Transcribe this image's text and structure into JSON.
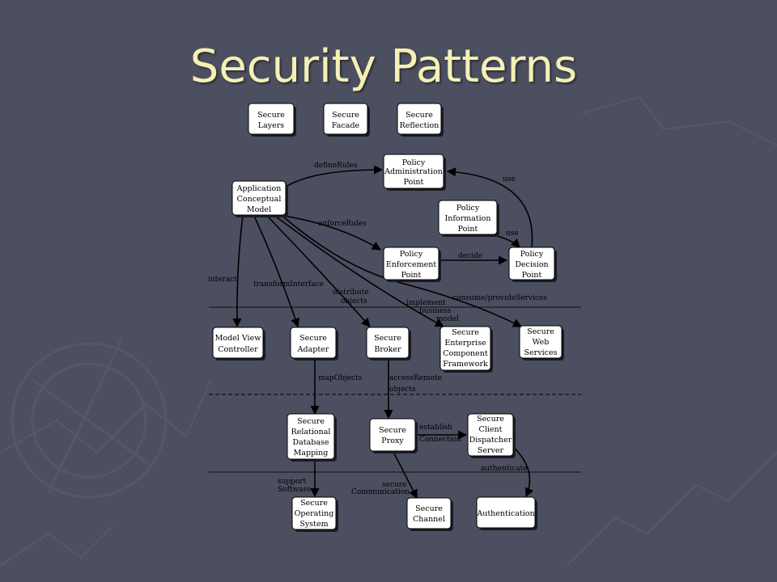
{
  "slide": {
    "title": "Security Patterns"
  },
  "nodes": {
    "secure_layers": [
      "Secure",
      "Layers"
    ],
    "secure_facade": [
      "Secure",
      "Facade"
    ],
    "secure_reflection": [
      "Secure",
      "Reflection"
    ],
    "policy_admin_point": [
      "Policy",
      "Administration",
      "Point"
    ],
    "application_conceptual_model": [
      "Application",
      "Conceptual",
      "Model"
    ],
    "policy_info_point": [
      "Policy",
      "Information",
      "Point"
    ],
    "policy_enforcement_point": [
      "Policy",
      "Enforcement",
      "Point"
    ],
    "policy_decision_point": [
      "Policy",
      "Decision",
      "Point"
    ],
    "model_view_controller": [
      "Model View",
      "Controller"
    ],
    "secure_adapter": [
      "Secure",
      "Adapter"
    ],
    "secure_broker": [
      "Secure",
      "Broker"
    ],
    "secure_enterprise_component_framework": [
      "Secure",
      "Enterprise",
      "Component",
      "Framework"
    ],
    "secure_web_services": [
      "Secure",
      "Web",
      "Services"
    ],
    "secure_relational_database_mapping": [
      "Secure",
      "Relational",
      "Database",
      "Mapping"
    ],
    "secure_proxy": [
      "Secure",
      "Proxy"
    ],
    "secure_client_dispatcher_server": [
      "Secure",
      "Client",
      "Dispatcher",
      "Server"
    ],
    "secure_operating_system": [
      "Secure",
      "Operating",
      "System"
    ],
    "secure_channel": [
      "Secure",
      "Channel"
    ],
    "authentication": [
      "Authentication"
    ]
  },
  "edge_labels": {
    "define_rules": "defineRules",
    "use_top": "use",
    "enforce_rules": "enforceRules",
    "use_bottom": "use",
    "decide": "decide",
    "interact": "interact",
    "transform_interface": "transformInterface",
    "distribute_objects": [
      "distribute",
      "objects"
    ],
    "implement_business_model": [
      "implement",
      "business",
      "model"
    ],
    "consume_provide_services": "consume/provideServices",
    "map_objects": "mapObjects",
    "access_remote_objects": [
      "accessRemote",
      "objects"
    ],
    "establish_connection": [
      "establish",
      "Connection"
    ],
    "authenticate": "authenticate",
    "support_software": [
      "support",
      "Software"
    ],
    "secure_communication": [
      "secure",
      "Communication"
    ]
  }
}
